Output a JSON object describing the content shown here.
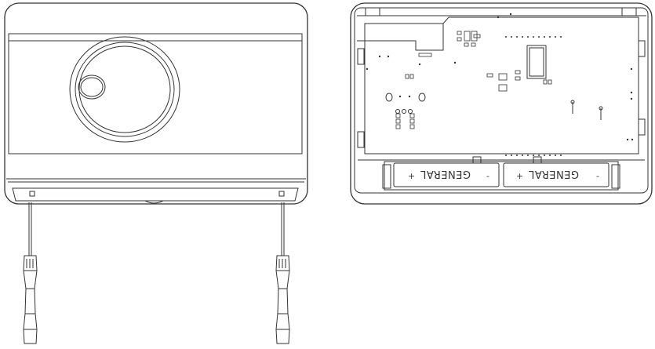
{
  "figure": {
    "left_view": "front-cover-with-knob",
    "right_view": "opened-back-with-circuit-board"
  },
  "battery_compartment": {
    "batteries": [
      {
        "brand": "GENERAL",
        "plus": "+",
        "minus": "-"
      },
      {
        "brand": "GENERAL",
        "plus": "+",
        "minus": "-"
      }
    ]
  },
  "icons": {
    "knob": "rotary-knob-icon",
    "screwdriver": "screwdriver-icon"
  },
  "colors": {
    "line": "#333333",
    "background": "#ffffff"
  }
}
